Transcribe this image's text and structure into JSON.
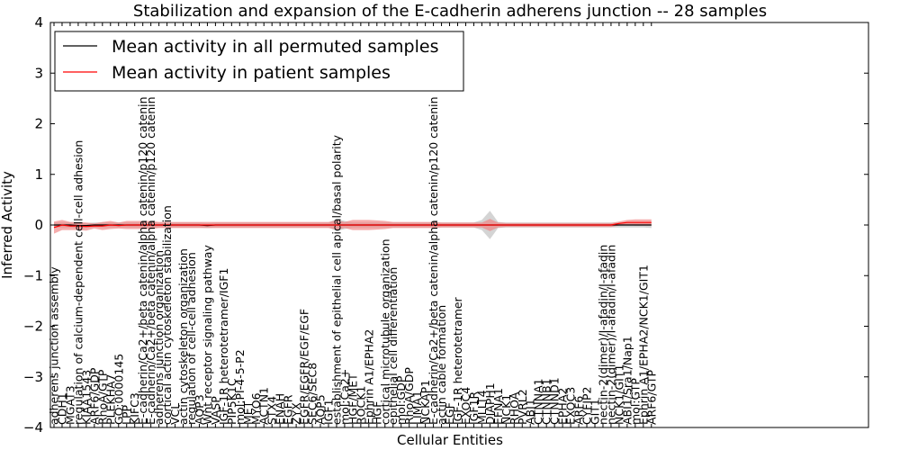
{
  "chart_data": {
    "type": "line",
    "title": "Stabilization and expansion of the E-cadherin adherens junction -- 28 samples",
    "xlabel": "Cellular Entities",
    "ylabel": "Inferred Activity",
    "ylim": [
      -4,
      4
    ],
    "yticks": [
      -4,
      -3,
      -2,
      -1,
      0,
      1,
      2,
      3,
      4
    ],
    "ytick_labels": [
      "−4",
      "−3",
      "−2",
      "−1",
      "0",
      "1",
      "2",
      "3",
      "4"
    ],
    "grid": false,
    "legend_position": "top-left",
    "categories": [
      "adherens junction assembly",
      "CDH1",
      "MGAT3",
      "regulation of calcium-dependent cell-cell adhesion",
      "KIAA1543",
      "ARF6/GDP",
      "RhoA/GTP",
      "PLEKHA7",
      "GO:0000145",
      "LPP",
      "KIFC3",
      "E-cadherin/Ca2+/beta catenin/alpha catenin/p120 catenin",
      "E-cadherin/Ca2+/beta catenin/alpha catenin/p120 catenin",
      "adherens junction organization",
      "cortical actin cytoskeleton stabilization",
      "VCL",
      "actin cytoskeleton organization",
      "regulation of cell-cell adhesion",
      "AQP3",
      "Wnt receptor signaling pathway",
      "VASP",
      "IGF-1R heterotetramer/IGF1",
      "PIP5K1C",
      "mol:PI-4-5-P2",
      "MET",
      "MYO6",
      "ACTN1",
      "STX4",
      "ENAH",
      "EGFR",
      "ZYX",
      "EGFR/EGFR/EGF/EGF",
      "SEC6/SEC8",
      "AQP5",
      "IGF1",
      "establishment of epithelial cell apical/basal polarity",
      "mol:Ca2+",
      "HGF/MET",
      "ROCK1",
      "Ephrin A1/EPHA2",
      "HGF",
      "cortical microtubule organization",
      "epithelial cell differentiation",
      "mol:GDP",
      "RhoA/GDP",
      "LIMA1",
      "NCKAP1",
      "E-cadherin/Ca2+/beta catenin/alpha catenin/p120 catenin",
      "actin cable formation",
      "EGF",
      "IGF-1R heterotetramer",
      "EXOC4",
      "IGF1R",
      "MLLT4",
      "DIAPH1",
      "EFNA1",
      "NCK1",
      "RHOA",
      "PVRL2",
      "ABI1",
      "CTNNA1",
      "CTNNB1",
      "CTNND1",
      "EPHA2",
      "EXOC3",
      "ARF6",
      "CYFIP2",
      "GIT1",
      "nectin-2(dimer)/I-afadin/I-afadin",
      "nectin-2(dimer)/I-afadin/I-afadin",
      "NCK1/GIT1",
      "ABI1/Sra1/Nap1",
      "mol:GTP",
      "Ephrin A1/EPHA2/NCK1/GIT1",
      "ARF6/GTP"
    ],
    "series": [
      {
        "name": "Mean activity in all permuted samples",
        "color": "#000000",
        "band_color": "#b0b0b0",
        "values": [
          0.0,
          0.0,
          0.0,
          -0.01,
          -0.01,
          0.0,
          0.0,
          0.0,
          0.0,
          0.0,
          0.0,
          0.0,
          0.0,
          0.0,
          0.0,
          0.0,
          0.0,
          0.0,
          0.0,
          -0.01,
          0.0,
          0.0,
          0.0,
          0.0,
          0.0,
          0.0,
          0.0,
          0.0,
          0.0,
          0.0,
          0.0,
          0.0,
          0.0,
          0.0,
          0.0,
          0.0,
          0.0,
          0.0,
          0.0,
          0.0,
          0.0,
          0.0,
          0.0,
          0.0,
          0.0,
          0.0,
          0.0,
          0.0,
          0.0,
          0.0,
          0.0,
          0.0,
          0.0,
          0.0,
          0.0,
          0.0,
          0.0,
          0.0,
          0.0,
          0.0,
          0.0,
          0.0,
          0.0,
          0.0,
          0.0,
          0.0,
          0.0,
          0.0,
          0.0,
          0.0,
          0.0,
          0.0,
          0.0,
          0.0,
          0.0
        ],
        "band": [
          0.05,
          0.05,
          0.05,
          0.05,
          0.05,
          0.05,
          0.05,
          0.05,
          0.05,
          0.05,
          0.05,
          0.05,
          0.05,
          0.05,
          0.05,
          0.05,
          0.05,
          0.05,
          0.05,
          0.05,
          0.05,
          0.05,
          0.05,
          0.05,
          0.05,
          0.05,
          0.05,
          0.05,
          0.05,
          0.05,
          0.05,
          0.05,
          0.05,
          0.05,
          0.05,
          0.12,
          0.08,
          0.05,
          0.05,
          0.05,
          0.05,
          0.05,
          0.05,
          0.05,
          0.05,
          0.05,
          0.05,
          0.05,
          0.05,
          0.05,
          0.05,
          0.05,
          0.05,
          0.1,
          0.28,
          0.06,
          0.05,
          0.05,
          0.05,
          0.05,
          0.05,
          0.05,
          0.05,
          0.05,
          0.05,
          0.05,
          0.05,
          0.05,
          0.05,
          0.05,
          0.05,
          0.05,
          0.05,
          0.05,
          0.06
        ]
      },
      {
        "name": "Mean activity in patient samples",
        "color": "#ff0000",
        "band_color": "#f08080",
        "values": [
          -0.05,
          0.0,
          -0.02,
          -0.02,
          -0.03,
          -0.02,
          -0.02,
          0.0,
          -0.01,
          0.0,
          0.0,
          0.0,
          0.0,
          0.0,
          0.0,
          0.0,
          0.0,
          0.0,
          0.0,
          0.0,
          0.0,
          0.0,
          0.0,
          0.0,
          0.0,
          0.0,
          0.0,
          0.0,
          0.0,
          0.0,
          0.0,
          0.0,
          0.0,
          0.0,
          0.0,
          0.0,
          0.0,
          0.0,
          0.0,
          0.0,
          0.0,
          0.0,
          0.0,
          0.0,
          0.0,
          0.0,
          0.0,
          0.0,
          0.0,
          0.0,
          0.0,
          0.0,
          0.0,
          0.0,
          0.0,
          0.0,
          0.0,
          0.0,
          0.0,
          0.0,
          0.0,
          0.0,
          0.0,
          0.0,
          0.0,
          0.0,
          0.0,
          0.0,
          0.0,
          0.0,
          0.03,
          0.05,
          0.05,
          0.05,
          0.05
        ],
        "band": [
          0.12,
          0.1,
          0.08,
          0.08,
          0.08,
          0.05,
          0.08,
          0.08,
          0.06,
          0.08,
          0.08,
          0.08,
          0.08,
          0.06,
          0.06,
          0.06,
          0.06,
          0.06,
          0.06,
          0.06,
          0.06,
          0.06,
          0.06,
          0.06,
          0.06,
          0.06,
          0.06,
          0.06,
          0.06,
          0.06,
          0.06,
          0.06,
          0.06,
          0.06,
          0.06,
          0.09,
          0.06,
          0.1,
          0.1,
          0.1,
          0.09,
          0.08,
          0.06,
          0.06,
          0.06,
          0.06,
          0.06,
          0.06,
          0.05,
          0.05,
          0.05,
          0.05,
          0.05,
          0.05,
          0.12,
          0.05,
          0.04,
          0.04,
          0.04,
          0.04,
          0.04,
          0.04,
          0.04,
          0.04,
          0.04,
          0.04,
          0.04,
          0.04,
          0.04,
          0.04,
          0.04,
          0.05,
          0.06,
          0.06,
          0.06
        ]
      }
    ]
  }
}
